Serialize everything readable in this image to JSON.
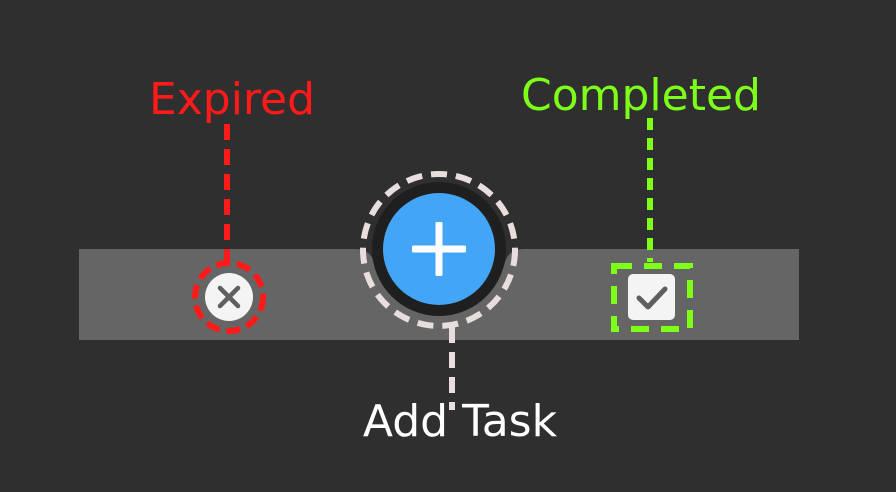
{
  "annotations": {
    "expired": {
      "text": "Expired",
      "color": "#ff1a1a"
    },
    "completed": {
      "text": "Completed",
      "color": "#7dff1a"
    },
    "add_task": {
      "text": "Add Task",
      "color": "#ffffff"
    }
  },
  "bottom_bar": {
    "background": "#656565",
    "items": [
      {
        "icon": "close-circle-icon",
        "glyph": "✕",
        "state": "expired"
      },
      {
        "icon": "plus-icon",
        "glyph": "+",
        "action": "add-task",
        "accent": "#43a5f5"
      },
      {
        "icon": "checkbox-checked-icon",
        "glyph": "✓",
        "state": "completed"
      }
    ]
  },
  "colors": {
    "page_background": "#2f2f2f",
    "fab_ring": "#1f1f1f",
    "dash_white": "#e8dede"
  }
}
